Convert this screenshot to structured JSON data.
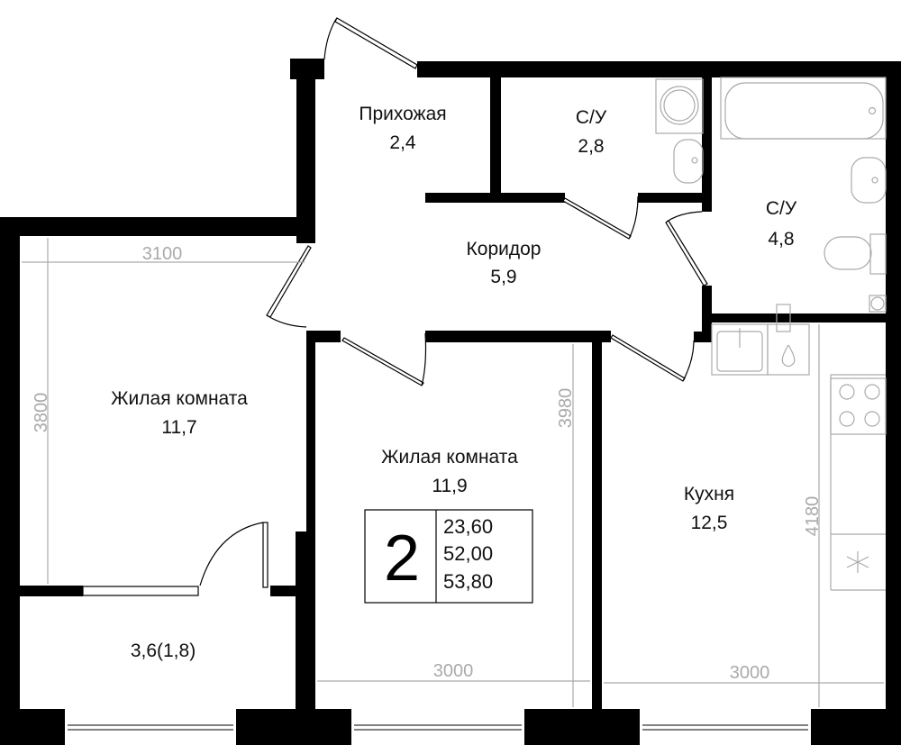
{
  "plan": {
    "rooms": [
      {
        "name": "Прихожая",
        "area": "2,4"
      },
      {
        "name": "С/У",
        "area": "2,8"
      },
      {
        "name": "С/У",
        "area": "4,8"
      },
      {
        "name": "Коридор",
        "area": "5,9"
      },
      {
        "name": "Жилая комната",
        "area": "11,7"
      },
      {
        "name": "Жилая комната",
        "area": "11,9"
      },
      {
        "name": "Кухня",
        "area": "12,5"
      }
    ],
    "balcony_area": "3,6(1,8)",
    "dimensions": [
      "3100",
      "3800",
      "3980",
      "3000",
      "3000",
      "4180"
    ],
    "summary": {
      "rooms_count": "2",
      "living_area": "23,60",
      "total_area": "52,00",
      "total_area_with_balcony": "53,80"
    }
  }
}
